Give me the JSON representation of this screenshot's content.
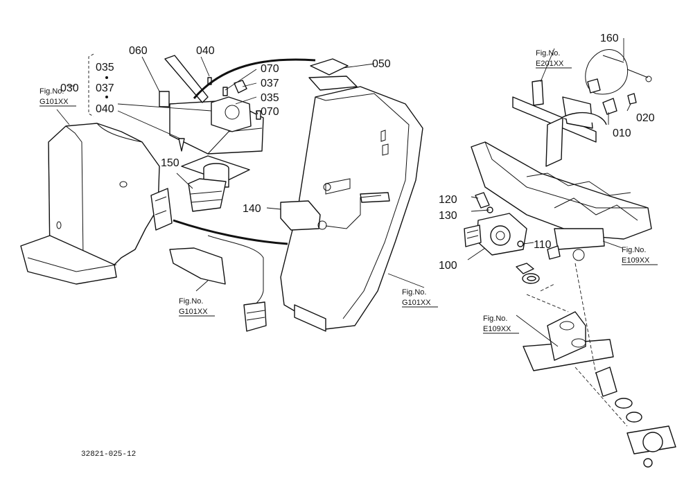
{
  "diagram": {
    "labels": {
      "p030": "030",
      "p035a": "035",
      "p037a": "037",
      "p040a": "040",
      "p060": "060",
      "p040b": "040",
      "p070a": "070",
      "p037b": "037",
      "p035b": "035",
      "p070b": "070",
      "p050": "050",
      "p150": "150",
      "p140": "140",
      "p160": "160",
      "p020": "020",
      "p010": "010",
      "p120": "120",
      "p130": "130",
      "p110": "110",
      "p100": "100"
    },
    "figrefs": [
      {
        "t1": "Fig.No.",
        "t2": "G101XX"
      },
      {
        "t1": "Fig.No.",
        "t2": "G101XX"
      },
      {
        "t1": "Fig.No.",
        "t2": "G101XX"
      },
      {
        "t1": "Fig.No.",
        "t2": "E201XX"
      },
      {
        "t1": "Fig.No.",
        "t2": "E109XX"
      },
      {
        "t1": "Fig.No.",
        "t2": "E109XX"
      }
    ],
    "drawing_code": "32821-025-12"
  }
}
